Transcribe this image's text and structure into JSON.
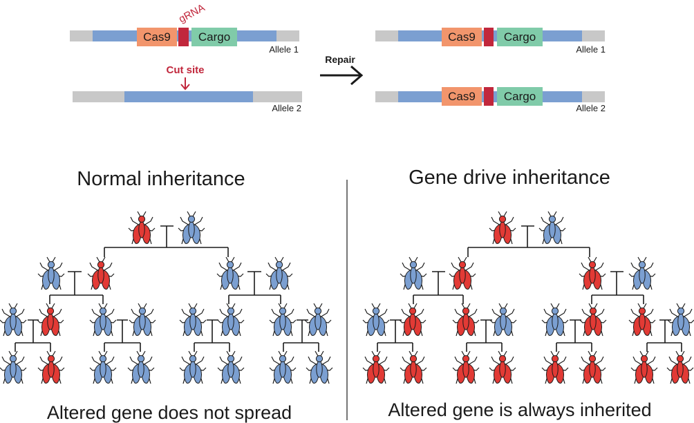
{
  "colors": {
    "chromosome_gray": "#c8c8c8",
    "chromosome_blue": "#7b9fd1",
    "cas9": "#f2956c",
    "grna": "#c1273c",
    "cargo": "#80cba9",
    "cut_site": "#c1273c",
    "fly_red": "#e23a35",
    "fly_blue": "#7b9fd1",
    "line": "#1a1a1a"
  },
  "top": {
    "grna_label": "gRNA",
    "cut_site_label": "Cut site",
    "cas9_label": "Cas9",
    "cargo_label": "Cargo",
    "allele1_label": "Allele 1",
    "allele2_label": "Allele 2",
    "repair_label": "Repair"
  },
  "panels": {
    "normal": {
      "title": "Normal inheritance",
      "caption": "Altered gene does not spread",
      "flies": {
        "g0": [
          "red",
          "blue"
        ],
        "g1": [
          "blue",
          "red",
          "blue",
          "blue"
        ],
        "g2": [
          "blue",
          "red",
          "blue",
          "blue",
          "blue",
          "blue",
          "blue",
          "blue"
        ],
        "g3": [
          "blue",
          "red",
          "blue",
          "blue",
          "blue",
          "blue",
          "blue",
          "blue"
        ]
      }
    },
    "drive": {
      "title": "Gene drive inheritance",
      "caption": "Altered gene is always inherited",
      "flies": {
        "g0": [
          "red",
          "blue"
        ],
        "g1": [
          "blue",
          "red",
          "red",
          "blue"
        ],
        "g2": [
          "blue",
          "red",
          "red",
          "blue",
          "blue",
          "red",
          "red",
          "blue"
        ],
        "g3": [
          "red",
          "red",
          "red",
          "red",
          "red",
          "red",
          "red",
          "red"
        ]
      }
    }
  }
}
